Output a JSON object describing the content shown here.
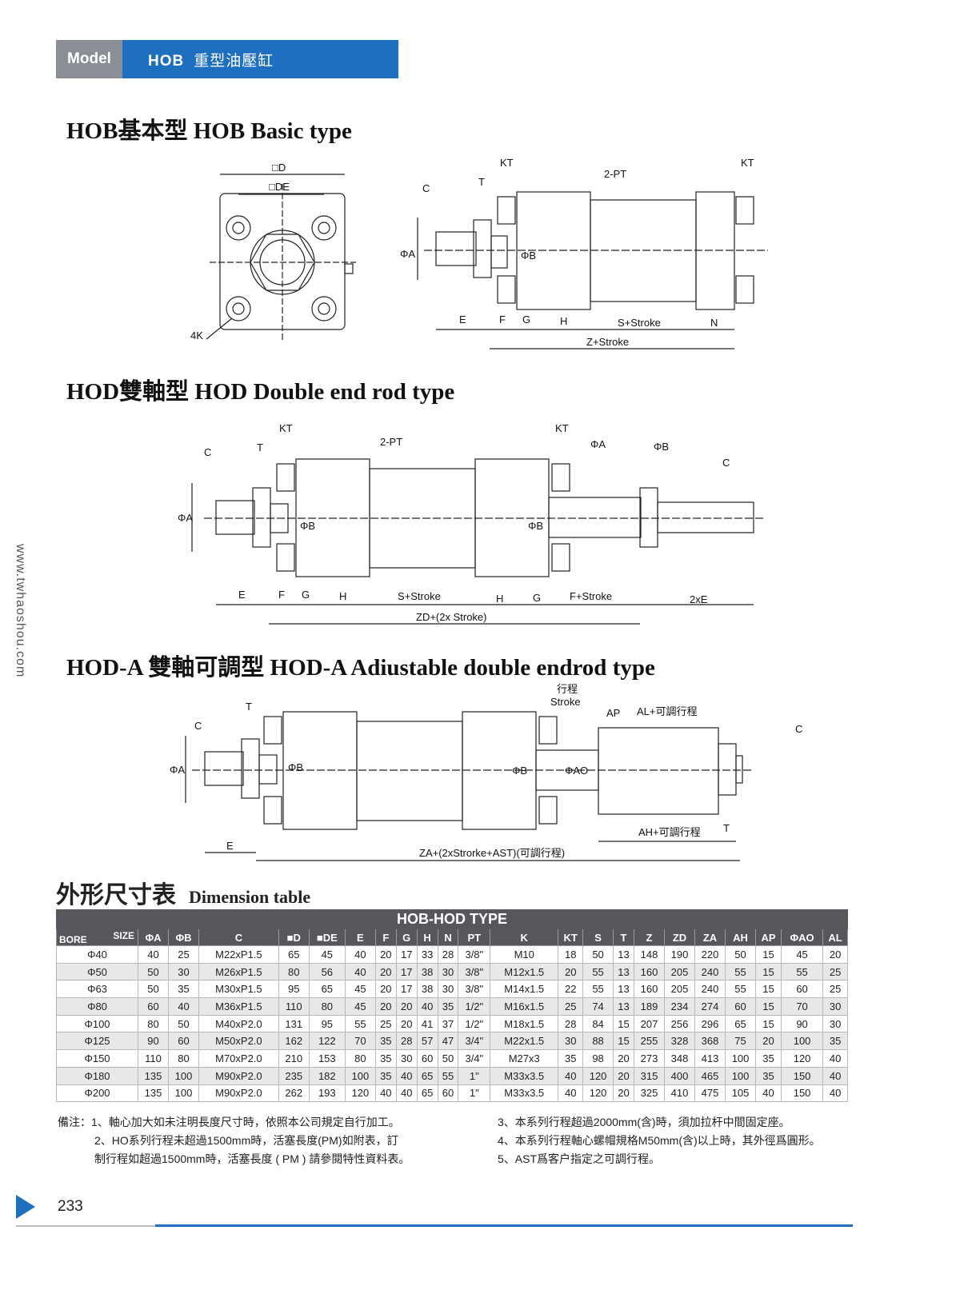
{
  "header": {
    "model_label": "Model",
    "series": "HOB",
    "series_name": "重型油壓缸"
  },
  "side_url": "www.twhaoshou.com",
  "sections": {
    "basic": "HOB基本型 HOB Basic type",
    "double": "HOD雙軸型 HOD Double end rod type",
    "adjustable": "HOD-A 雙軸可調型  HOD-A Adiustable double endrod type"
  },
  "basic_labels": {
    "D": "□D",
    "DE": "□DE",
    "K4": "4K",
    "KT1": "KT",
    "KT2": "KT",
    "T": "T",
    "PT": "2-PT",
    "C": "C",
    "A": "ΦA",
    "B": "ΦB",
    "E": "E",
    "F": "F",
    "G": "G",
    "H": "H",
    "S": "S+Stroke",
    "N": "N",
    "Z": "Z+Stroke"
  },
  "double_labels": {
    "KT1": "KT",
    "KT2": "KT",
    "T": "T",
    "C1": "C",
    "C2": "C",
    "PT": "2-PT",
    "A1": "ΦA",
    "A2": "ΦA",
    "B1": "ΦB",
    "B2": "ΦB",
    "B3": "ΦB",
    "E": "E",
    "F": "F",
    "G1": "G",
    "H1": "H",
    "S": "S+Stroke",
    "H2": "H",
    "G2": "G",
    "FS": "F+Stroke",
    "E2": "2xE",
    "ZD": "ZD+(2x Stroke)"
  },
  "adj_labels": {
    "stroke_cn": "行程",
    "stroke_en": "Stroke",
    "AP": "AP",
    "AL": "AL+可調行程",
    "T1": "T",
    "C1": "C",
    "C2": "C",
    "A": "ΦA",
    "B1": "ΦB",
    "B2": "ΦB",
    "AO": "ΦAO",
    "AH": "AH+可調行程",
    "T2": "T",
    "E": "E",
    "ZA": "ZA+(2xStrorke+AST)(可調行程)"
  },
  "table": {
    "title_cn": "外形尺寸表",
    "title_en": "Dimension table",
    "type_title": "HOB-HOD TYPE",
    "size_label": "SIZE",
    "bore_label": "BORE",
    "columns": [
      "ΦA",
      "ΦB",
      "C",
      "■D",
      "■DE",
      "E",
      "F",
      "G",
      "H",
      "N",
      "PT",
      "K",
      "KT",
      "S",
      "T",
      "Z",
      "ZD",
      "ZA",
      "AH",
      "AP",
      "ΦAO",
      "AL"
    ],
    "rows": [
      [
        "Φ40",
        "40",
        "25",
        "M22xP1.5",
        "65",
        "45",
        "40",
        "20",
        "17",
        "33",
        "28",
        "3/8\"",
        "M10",
        "18",
        "50",
        "13",
        "148",
        "190",
        "220",
        "50",
        "15",
        "45",
        "20"
      ],
      [
        "Φ50",
        "50",
        "30",
        "M26xP1.5",
        "80",
        "56",
        "40",
        "20",
        "17",
        "38",
        "30",
        "3/8\"",
        "M12x1.5",
        "20",
        "55",
        "13",
        "160",
        "205",
        "240",
        "55",
        "15",
        "55",
        "25"
      ],
      [
        "Φ63",
        "50",
        "35",
        "M30xP1.5",
        "95",
        "65",
        "45",
        "20",
        "17",
        "38",
        "30",
        "3/8\"",
        "M14x1.5",
        "22",
        "55",
        "13",
        "160",
        "205",
        "240",
        "55",
        "15",
        "60",
        "25"
      ],
      [
        "Φ80",
        "60",
        "40",
        "M36xP1.5",
        "110",
        "80",
        "45",
        "20",
        "20",
        "40",
        "35",
        "1/2\"",
        "M16x1.5",
        "25",
        "74",
        "13",
        "189",
        "234",
        "274",
        "60",
        "15",
        "70",
        "30"
      ],
      [
        "Φ100",
        "80",
        "50",
        "M40xP2.0",
        "131",
        "95",
        "55",
        "25",
        "20",
        "41",
        "37",
        "1/2\"",
        "M18x1.5",
        "28",
        "84",
        "15",
        "207",
        "256",
        "296",
        "65",
        "15",
        "90",
        "30"
      ],
      [
        "Φ125",
        "90",
        "60",
        "M50xP2.0",
        "162",
        "122",
        "70",
        "35",
        "28",
        "57",
        "47",
        "3/4\"",
        "M22x1.5",
        "30",
        "88",
        "15",
        "255",
        "328",
        "368",
        "75",
        "20",
        "100",
        "35"
      ],
      [
        "Φ150",
        "110",
        "80",
        "M70xP2.0",
        "210",
        "153",
        "80",
        "35",
        "30",
        "60",
        "50",
        "3/4\"",
        "M27x3",
        "35",
        "98",
        "20",
        "273",
        "348",
        "413",
        "100",
        "35",
        "120",
        "40"
      ],
      [
        "Φ180",
        "135",
        "100",
        "M90xP2.0",
        "235",
        "182",
        "100",
        "35",
        "40",
        "65",
        "55",
        "1\"",
        "M33x3.5",
        "40",
        "120",
        "20",
        "315",
        "400",
        "465",
        "100",
        "35",
        "150",
        "40"
      ],
      [
        "Φ200",
        "135",
        "100",
        "M90xP2.0",
        "262",
        "193",
        "120",
        "40",
        "40",
        "65",
        "60",
        "1\"",
        "M33x3.5",
        "40",
        "120",
        "20",
        "325",
        "410",
        "475",
        "105",
        "40",
        "150",
        "40"
      ]
    ]
  },
  "notes": {
    "n1": "備注：1、軸心加大如未注明長度尺寸時，依照本公司規定自行加工。",
    "n2": "2、HO系列行程未超過1500mm時，活塞長度(PM)如附表，訂",
    "n2b": "制行程如超過1500mm時，活塞長度 ( PM ) 請參閱特性資料表。",
    "n3": "3、本系列行程超過2000mm(含)時，須加拉杆中間固定座。",
    "n4": "4、本系列行程軸心螺帽規格M50mm(含)以上時，其外徑爲圓形。",
    "n5": "5、AST爲客户指定之可調行程。"
  },
  "page_number": "233"
}
